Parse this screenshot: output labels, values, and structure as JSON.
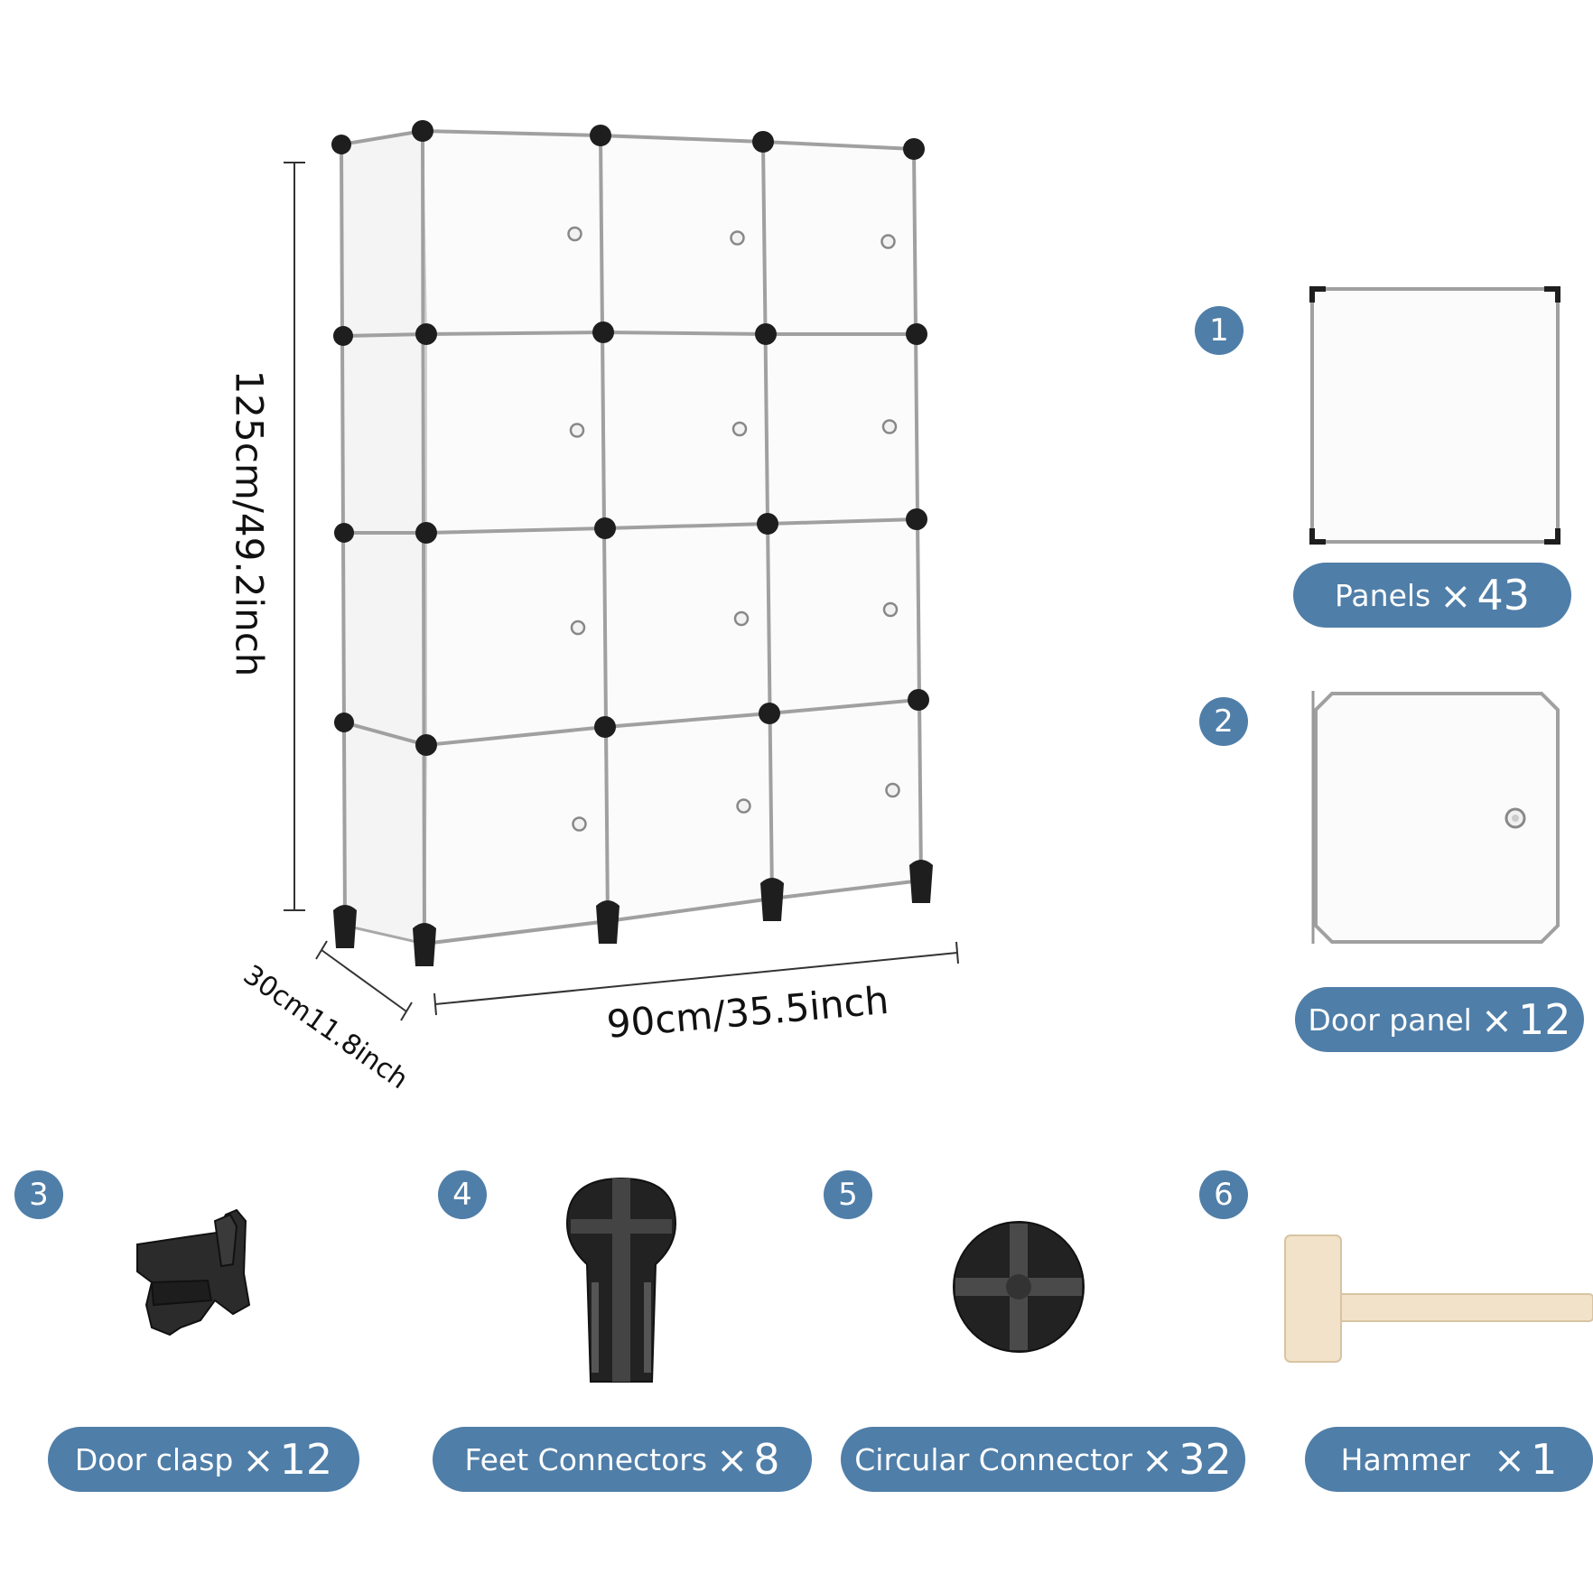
{
  "dimensions": {
    "height": "125cm/49.2inch",
    "width": "90cm/35.5inch",
    "depth": "30cm11.8inch"
  },
  "parts": [
    {
      "number": "1",
      "label": "Panels",
      "multiplier": "×",
      "quantity": "43"
    },
    {
      "number": "2",
      "label": "Door panel",
      "multiplier": "×",
      "quantity": "12"
    },
    {
      "number": "3",
      "label": "Door clasp",
      "multiplier": "×",
      "quantity": "12"
    },
    {
      "number": "4",
      "label": "Feet Connectors",
      "multiplier": "×",
      "quantity": "8"
    },
    {
      "number": "5",
      "label": "Circular Connector",
      "multiplier": "×",
      "quantity": "32"
    },
    {
      "number": "6",
      "label": "Hammer",
      "multiplier": "×",
      "quantity": "1"
    }
  ],
  "colors": {
    "accent": "#4f7ea8",
    "connector": "#1e1e1e",
    "panel": "#fbfbfb",
    "frame": "#a8a8a8",
    "hammer_wood": "#f2e2c9"
  }
}
